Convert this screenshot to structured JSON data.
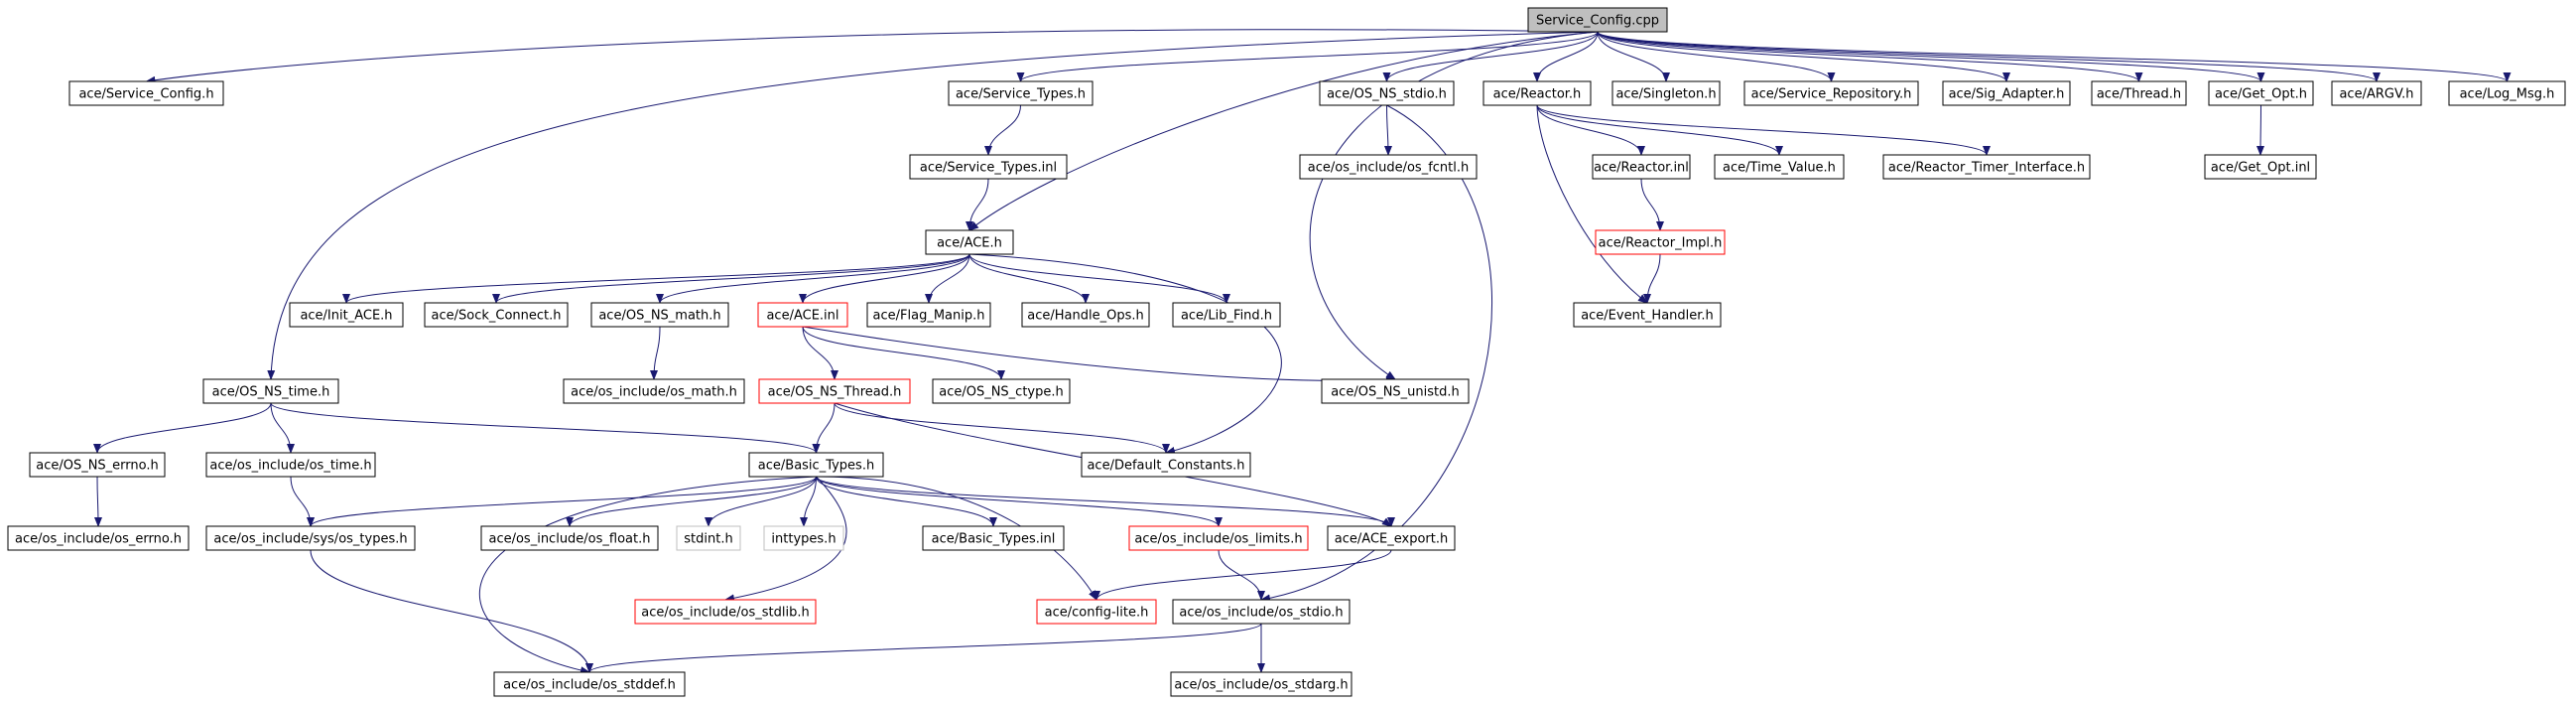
{
  "diagram": {
    "title": "",
    "colors": {
      "edge": "#191970",
      "node_border_default": "#000000",
      "node_border_truncated": "#ff0000",
      "node_border_undocumented": "#bfbfbf",
      "root_fill": "#bfbfbf",
      "node_fill": "#ffffff"
    },
    "nodes": [
      {
        "id": "service_config_cpp",
        "label": "Service_Config.cpp",
        "kind": "root"
      },
      {
        "id": "ace_service_config_h",
        "label": "ace/Service_Config.h",
        "kind": "normal"
      },
      {
        "id": "ace_service_types_h",
        "label": "ace/Service_Types.h",
        "kind": "normal"
      },
      {
        "id": "ace_os_ns_stdio_h",
        "label": "ace/OS_NS_stdio.h",
        "kind": "normal"
      },
      {
        "id": "ace_reactor_h",
        "label": "ace/Reactor.h",
        "kind": "normal"
      },
      {
        "id": "ace_singleton_h",
        "label": "ace/Singleton.h",
        "kind": "normal"
      },
      {
        "id": "ace_service_repository_h",
        "label": "ace/Service_Repository.h",
        "kind": "normal"
      },
      {
        "id": "ace_sig_adapter_h",
        "label": "ace/Sig_Adapter.h",
        "kind": "normal"
      },
      {
        "id": "ace_thread_h",
        "label": "ace/Thread.h",
        "kind": "normal"
      },
      {
        "id": "ace_get_opt_h",
        "label": "ace/Get_Opt.h",
        "kind": "normal"
      },
      {
        "id": "ace_argv_h",
        "label": "ace/ARGV.h",
        "kind": "normal"
      },
      {
        "id": "ace_log_msg_h",
        "label": "ace/Log_Msg.h",
        "kind": "normal"
      },
      {
        "id": "ace_service_types_inl",
        "label": "ace/Service_Types.inl",
        "kind": "normal"
      },
      {
        "id": "ace_os_include_os_fcntl_h",
        "label": "ace/os_include/os_fcntl.h",
        "kind": "normal"
      },
      {
        "id": "ace_reactor_inl",
        "label": "ace/Reactor.inl",
        "kind": "normal"
      },
      {
        "id": "ace_time_value_h",
        "label": "ace/Time_Value.h",
        "kind": "normal"
      },
      {
        "id": "ace_reactor_timer_interface_h",
        "label": "ace/Reactor_Timer_Interface.h",
        "kind": "normal"
      },
      {
        "id": "ace_get_opt_inl",
        "label": "ace/Get_Opt.inl",
        "kind": "normal"
      },
      {
        "id": "ace_ace_h",
        "label": "ace/ACE.h",
        "kind": "normal"
      },
      {
        "id": "ace_reactor_impl_h",
        "label": "ace/Reactor_Impl.h",
        "kind": "truncated"
      },
      {
        "id": "ace_init_ace_h",
        "label": "ace/Init_ACE.h",
        "kind": "normal"
      },
      {
        "id": "ace_sock_connect_h",
        "label": "ace/Sock_Connect.h",
        "kind": "normal"
      },
      {
        "id": "ace_os_ns_math_h",
        "label": "ace/OS_NS_math.h",
        "kind": "normal"
      },
      {
        "id": "ace_ace_inl",
        "label": "ace/ACE.inl",
        "kind": "truncated"
      },
      {
        "id": "ace_flag_manip_h",
        "label": "ace/Flag_Manip.h",
        "kind": "normal"
      },
      {
        "id": "ace_handle_ops_h",
        "label": "ace/Handle_Ops.h",
        "kind": "normal"
      },
      {
        "id": "ace_lib_find_h",
        "label": "ace/Lib_Find.h",
        "kind": "normal"
      },
      {
        "id": "ace_event_handler_h",
        "label": "ace/Event_Handler.h",
        "kind": "normal"
      },
      {
        "id": "ace_os_include_os_math_h",
        "label": "ace/os_include/os_math.h",
        "kind": "normal"
      },
      {
        "id": "ace_os_ns_time_h",
        "label": "ace/OS_NS_time.h",
        "kind": "normal"
      },
      {
        "id": "ace_os_ns_thread_h",
        "label": "ace/OS_NS_Thread.h",
        "kind": "truncated"
      },
      {
        "id": "ace_os_ns_ctype_h",
        "label": "ace/OS_NS_ctype.h",
        "kind": "normal"
      },
      {
        "id": "ace_os_ns_unistd_h",
        "label": "ace/OS_NS_unistd.h",
        "kind": "normal"
      },
      {
        "id": "ace_os_ns_errno_h",
        "label": "ace/OS_NS_errno.h",
        "kind": "normal"
      },
      {
        "id": "ace_os_include_os_time_h",
        "label": "ace/os_include/os_time.h",
        "kind": "normal"
      },
      {
        "id": "ace_basic_types_h",
        "label": "ace/Basic_Types.h",
        "kind": "normal"
      },
      {
        "id": "ace_default_constants_h",
        "label": "ace/Default_Constants.h",
        "kind": "normal"
      },
      {
        "id": "ace_os_include_os_errno_h",
        "label": "ace/os_include/os_errno.h",
        "kind": "normal"
      },
      {
        "id": "ace_os_include_sys_os_types_h",
        "label": "ace/os_include/sys/os_types.h",
        "kind": "normal"
      },
      {
        "id": "ace_os_include_os_float_h",
        "label": "ace/os_include/os_float.h",
        "kind": "normal"
      },
      {
        "id": "stdint_h",
        "label": "stdint.h",
        "kind": "undocumented"
      },
      {
        "id": "inttypes_h",
        "label": "inttypes.h",
        "kind": "undocumented"
      },
      {
        "id": "ace_basic_types_inl",
        "label": "ace/Basic_Types.inl",
        "kind": "normal"
      },
      {
        "id": "ace_os_include_os_limits_h",
        "label": "ace/os_include/os_limits.h",
        "kind": "truncated"
      },
      {
        "id": "ace_ace_export_h",
        "label": "ace/ACE_export.h",
        "kind": "normal"
      },
      {
        "id": "ace_os_include_os_stdlib_h",
        "label": "ace/os_include/os_stdlib.h",
        "kind": "truncated"
      },
      {
        "id": "ace_config_lite_h",
        "label": "ace/config-lite.h",
        "kind": "truncated"
      },
      {
        "id": "ace_os_include_os_stdio_h",
        "label": "ace/os_include/os_stdio.h",
        "kind": "normal"
      },
      {
        "id": "ace_os_include_os_stddef_h",
        "label": "ace/os_include/os_stddef.h",
        "kind": "normal"
      },
      {
        "id": "ace_os_include_os_stdarg_h",
        "label": "ace/os_include/os_stdarg.h",
        "kind": "normal"
      }
    ],
    "edges": [
      [
        "service_config_cpp",
        "ace_service_config_h"
      ],
      [
        "service_config_cpp",
        "ace_service_types_h"
      ],
      [
        "service_config_cpp",
        "ace_os_ns_stdio_h"
      ],
      [
        "service_config_cpp",
        "ace_reactor_h"
      ],
      [
        "service_config_cpp",
        "ace_singleton_h"
      ],
      [
        "service_config_cpp",
        "ace_service_repository_h"
      ],
      [
        "service_config_cpp",
        "ace_sig_adapter_h"
      ],
      [
        "service_config_cpp",
        "ace_thread_h"
      ],
      [
        "service_config_cpp",
        "ace_get_opt_h"
      ],
      [
        "service_config_cpp",
        "ace_argv_h"
      ],
      [
        "service_config_cpp",
        "ace_log_msg_h"
      ],
      [
        "service_config_cpp",
        "ace_ace_h"
      ],
      [
        "service_config_cpp",
        "ace_os_ns_time_h"
      ],
      [
        "service_config_cpp",
        "ace_os_ns_unistd_h"
      ],
      [
        "ace_service_types_h",
        "ace_service_types_inl"
      ],
      [
        "ace_service_types_inl",
        "ace_ace_h"
      ],
      [
        "ace_os_ns_stdio_h",
        "ace_os_include_os_fcntl_h"
      ],
      [
        "ace_os_ns_stdio_h",
        "ace_os_include_os_stdio_h"
      ],
      [
        "ace_reactor_h",
        "ace_reactor_inl"
      ],
      [
        "ace_reactor_h",
        "ace_time_value_h"
      ],
      [
        "ace_reactor_h",
        "ace_reactor_timer_interface_h"
      ],
      [
        "ace_reactor_h",
        "ace_event_handler_h"
      ],
      [
        "ace_reactor_inl",
        "ace_reactor_impl_h"
      ],
      [
        "ace_reactor_impl_h",
        "ace_event_handler_h"
      ],
      [
        "ace_get_opt_h",
        "ace_get_opt_inl"
      ],
      [
        "ace_ace_h",
        "ace_init_ace_h"
      ],
      [
        "ace_ace_h",
        "ace_sock_connect_h"
      ],
      [
        "ace_ace_h",
        "ace_os_ns_math_h"
      ],
      [
        "ace_ace_h",
        "ace_ace_inl"
      ],
      [
        "ace_ace_h",
        "ace_flag_manip_h"
      ],
      [
        "ace_ace_h",
        "ace_handle_ops_h"
      ],
      [
        "ace_ace_h",
        "ace_lib_find_h"
      ],
      [
        "ace_ace_h",
        "ace_default_constants_h"
      ],
      [
        "ace_os_ns_math_h",
        "ace_os_include_os_math_h"
      ],
      [
        "ace_ace_inl",
        "ace_os_ns_thread_h"
      ],
      [
        "ace_ace_inl",
        "ace_os_ns_ctype_h"
      ],
      [
        "ace_ace_inl",
        "ace_os_ns_unistd_h"
      ],
      [
        "ace_os_ns_thread_h",
        "ace_basic_types_h"
      ],
      [
        "ace_os_ns_thread_h",
        "ace_default_constants_h"
      ],
      [
        "ace_os_ns_thread_h",
        "ace_ace_export_h"
      ],
      [
        "ace_os_ns_time_h",
        "ace_os_ns_errno_h"
      ],
      [
        "ace_os_ns_time_h",
        "ace_os_include_os_time_h"
      ],
      [
        "ace_os_ns_time_h",
        "ace_basic_types_h"
      ],
      [
        "ace_os_ns_errno_h",
        "ace_os_include_os_errno_h"
      ],
      [
        "ace_os_include_os_time_h",
        "ace_os_include_sys_os_types_h"
      ],
      [
        "ace_basic_types_h",
        "ace_os_include_sys_os_types_h"
      ],
      [
        "ace_basic_types_h",
        "ace_os_include_os_float_h"
      ],
      [
        "ace_basic_types_h",
        "stdint_h"
      ],
      [
        "ace_basic_types_h",
        "inttypes_h"
      ],
      [
        "ace_basic_types_h",
        "ace_basic_types_inl"
      ],
      [
        "ace_basic_types_h",
        "ace_os_include_os_limits_h"
      ],
      [
        "ace_basic_types_h",
        "ace_ace_export_h"
      ],
      [
        "ace_basic_types_h",
        "ace_os_include_os_stdlib_h"
      ],
      [
        "ace_basic_types_h",
        "ace_config_lite_h"
      ],
      [
        "ace_basic_types_h",
        "ace_os_include_os_stddef_h"
      ],
      [
        "ace_os_include_sys_os_types_h",
        "ace_os_include_os_stddef_h"
      ],
      [
        "ace_os_include_os_limits_h",
        "ace_os_include_os_stdio_h"
      ],
      [
        "ace_ace_export_h",
        "ace_config_lite_h"
      ],
      [
        "ace_os_include_os_stdio_h",
        "ace_os_include_os_stddef_h"
      ],
      [
        "ace_os_include_os_stdio_h",
        "ace_os_include_os_stdarg_h"
      ]
    ]
  }
}
